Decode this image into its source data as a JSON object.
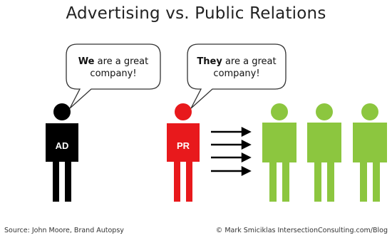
{
  "title": "Advertising vs. Public Relations",
  "bubbles": {
    "ad": {
      "bold": "We",
      "line1_rest": " are a great",
      "line2": "company!"
    },
    "pr": {
      "bold": "They",
      "line1_rest": " are a great",
      "line2": "company!"
    }
  },
  "figures": {
    "ad": {
      "label": "AD",
      "color": "#000000"
    },
    "pr": {
      "label": "PR",
      "color": "#e8191c"
    },
    "audience": {
      "count": 3,
      "color": "#8cc63f"
    }
  },
  "arrows": {
    "count": 4,
    "color": "#000000"
  },
  "footer": {
    "source": "Source: John Moore, Brand Autopsy",
    "credit": "© Mark Smiciklas  IntersectionConsulting.com/Blog"
  }
}
